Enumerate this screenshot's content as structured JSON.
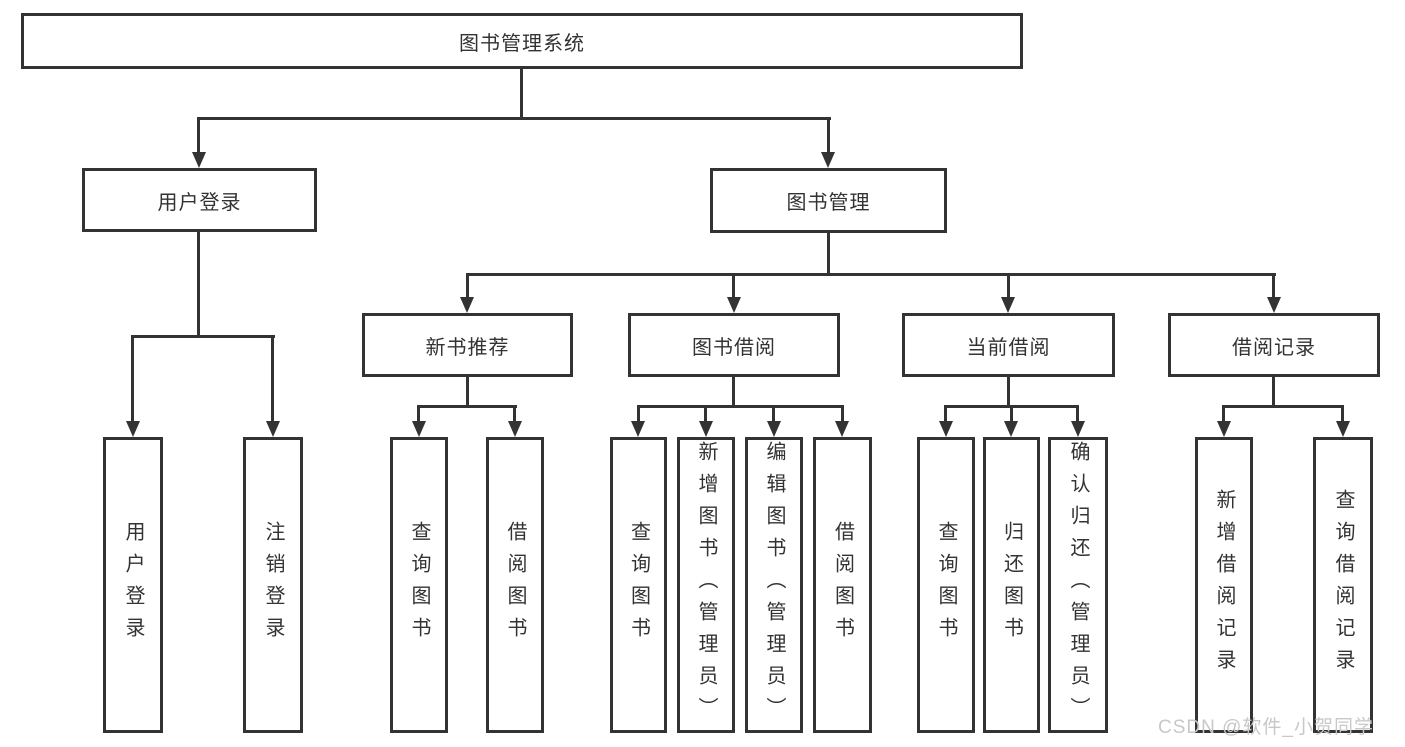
{
  "diagram": {
    "root": {
      "label": "图书管理系统"
    },
    "branches": [
      {
        "label": "用户登录",
        "children": [
          {
            "label": "用户登录"
          },
          {
            "label": "注销登录"
          }
        ]
      },
      {
        "label": "图书管理",
        "children": [
          {
            "label": "新书推荐",
            "children": [
              {
                "label": "查询图书"
              },
              {
                "label": "借阅图书"
              }
            ]
          },
          {
            "label": "图书借阅",
            "children": [
              {
                "label": "查询图书"
              },
              {
                "label": "新增图书（管理员）"
              },
              {
                "label": "编辑图书（管理员）"
              },
              {
                "label": "借阅图书"
              }
            ]
          },
          {
            "label": "当前借阅",
            "children": [
              {
                "label": "查询图书"
              },
              {
                "label": "归还图书"
              },
              {
                "label": "确认归还（管理员）"
              }
            ]
          },
          {
            "label": "借阅记录",
            "children": [
              {
                "label": "新增借阅记录"
              },
              {
                "label": "查询借阅记录"
              }
            ]
          }
        ]
      }
    ],
    "watermark": "CSDN @软件_小贺同学",
    "colors": {
      "border": "#333333",
      "text": "#333333",
      "line": "#333333",
      "watermark": "#c8c8c8",
      "background": "#ffffff"
    }
  }
}
